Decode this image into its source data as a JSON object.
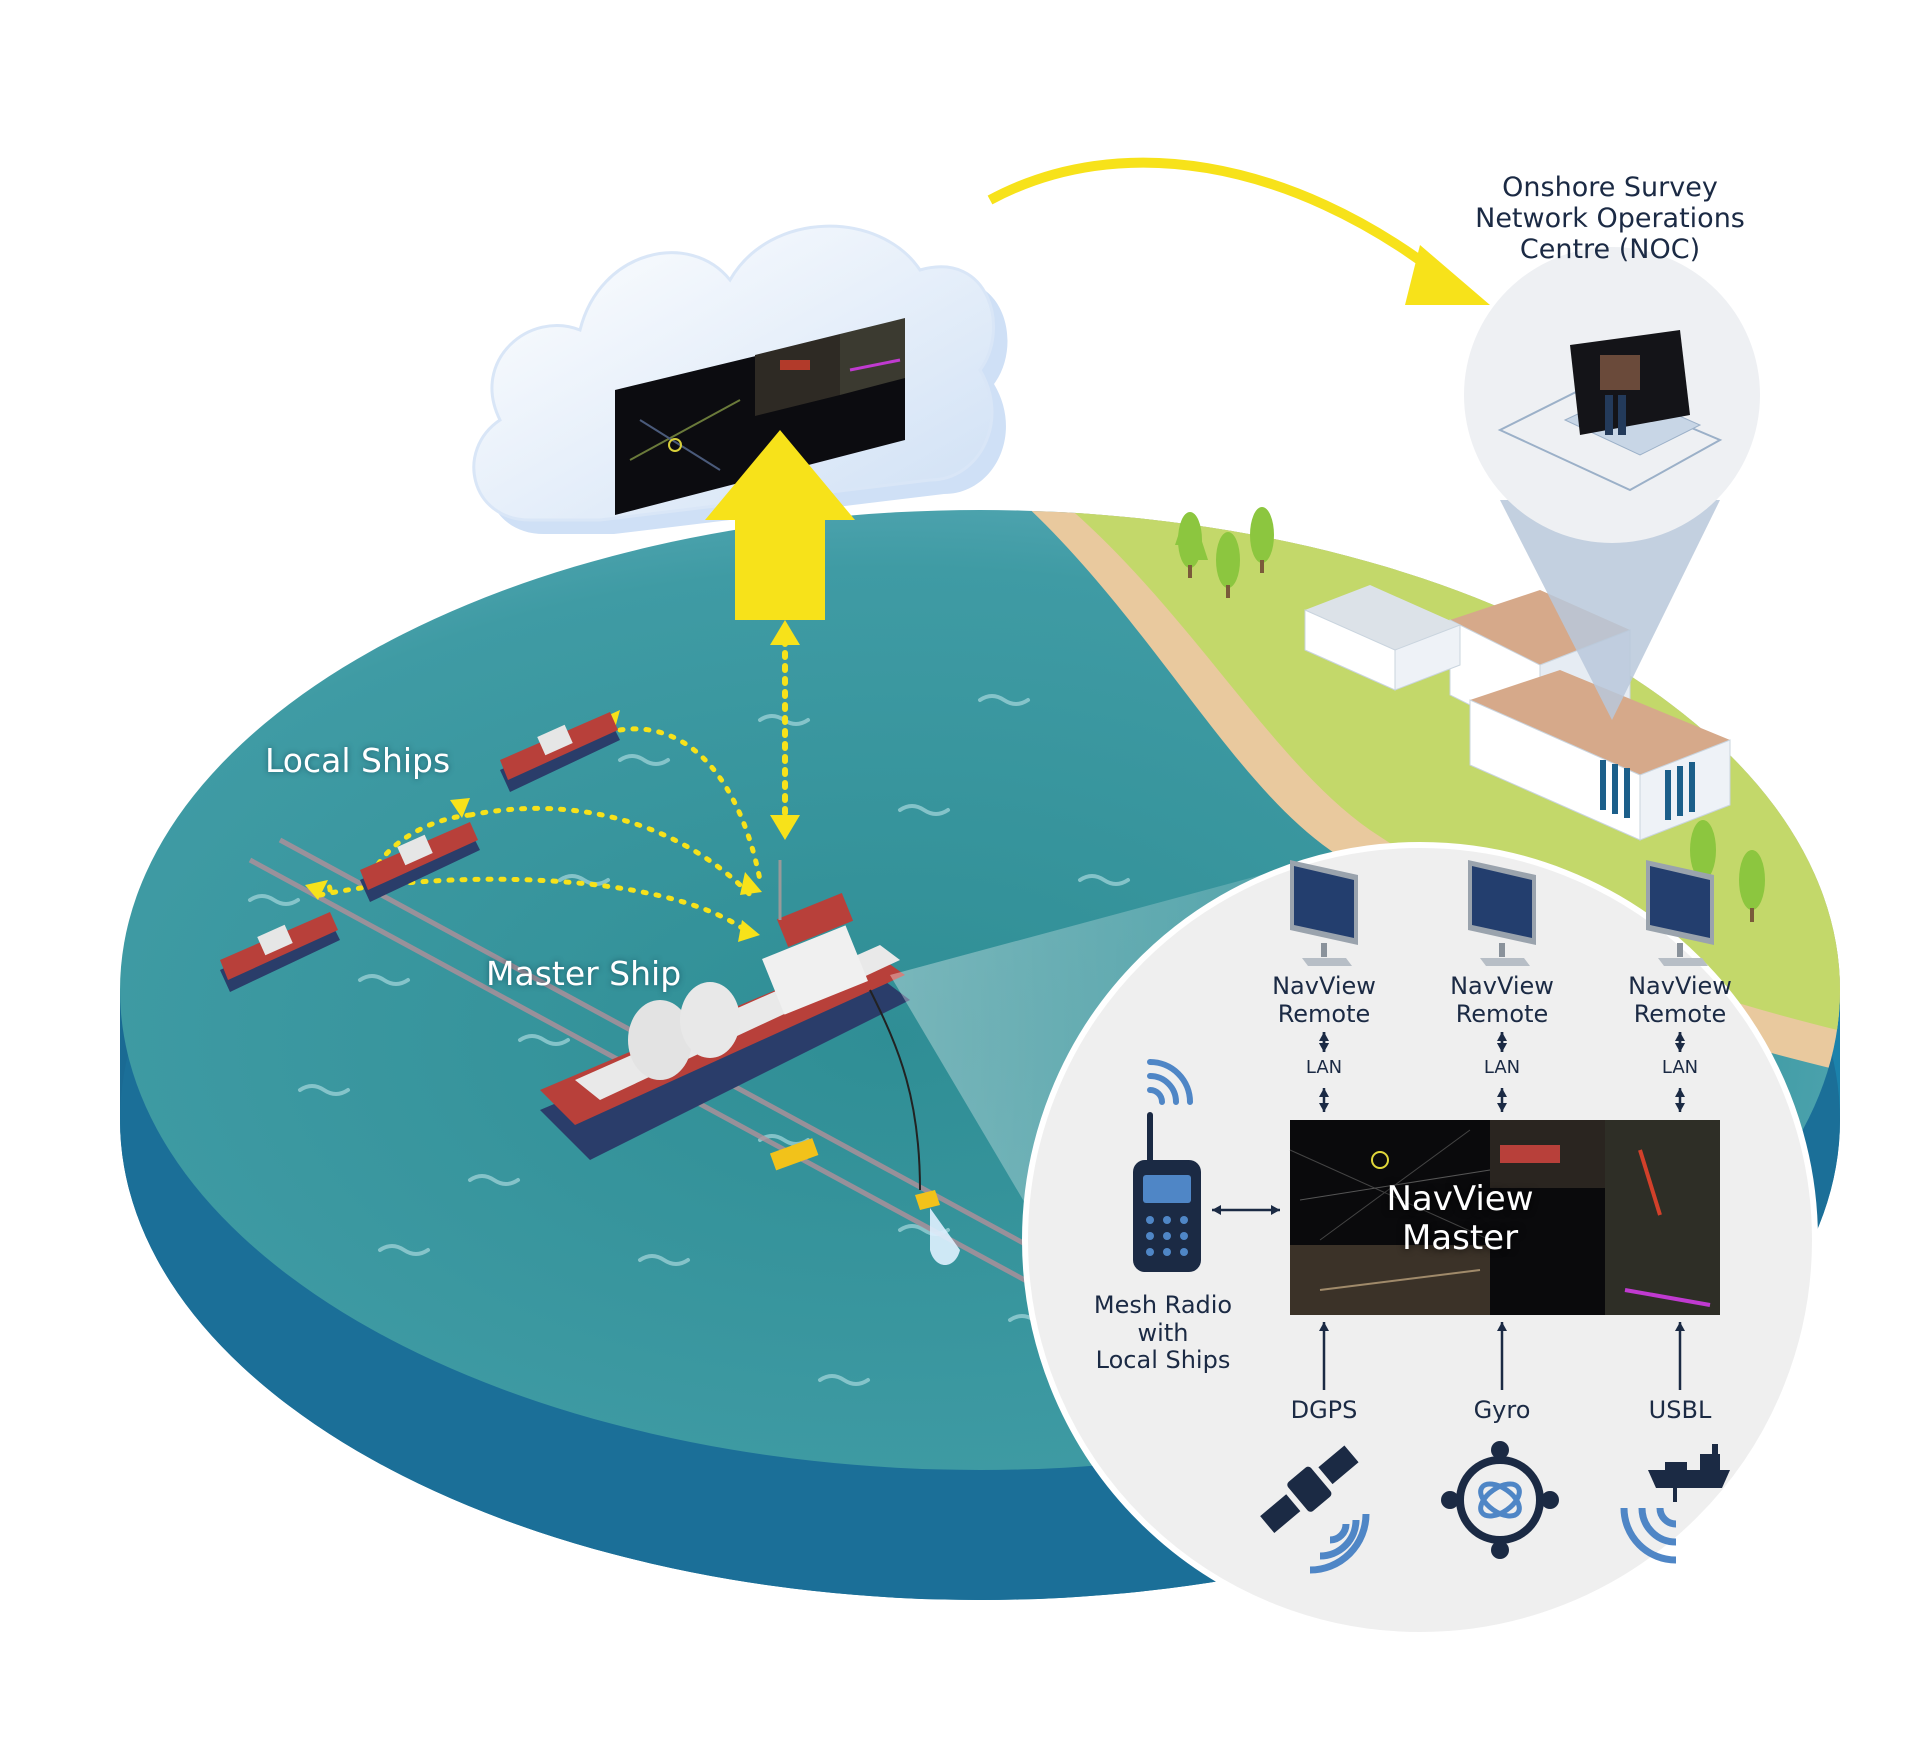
{
  "labels": {
    "local_ships": "Local Ships",
    "master_ship": "Master Ship",
    "noc_line1": "Onshore Survey",
    "noc_line2": "Network Operations",
    "noc_line3": "Centre (NOC)",
    "remote_line1": "NavView",
    "remote_line2": "Remote",
    "lan": "LAN",
    "master_line1": "NavView",
    "master_line2": "Master",
    "radio_line1": "Mesh Radio",
    "radio_line2": "with",
    "radio_line3": "Local Ships",
    "dgps": "DGPS",
    "gyro": "Gyro",
    "usbl": "USBL"
  },
  "icons": {
    "cloud": "cloud-icon",
    "remote_monitor": "monitor-icon",
    "radio": "radio-icon",
    "satellite": "satellite-icon",
    "gyro": "gyro-icon",
    "usbl": "vessel-sonar-icon"
  },
  "colors": {
    "yellow_arrow": "#f7e21a",
    "navy": "#1b2a44",
    "signal_blue": "#4f86c6",
    "sea_top": "#3e9aa3",
    "sea_side": "#1b6f98",
    "land": "#c3d86a",
    "sand": "#e8c79a"
  }
}
